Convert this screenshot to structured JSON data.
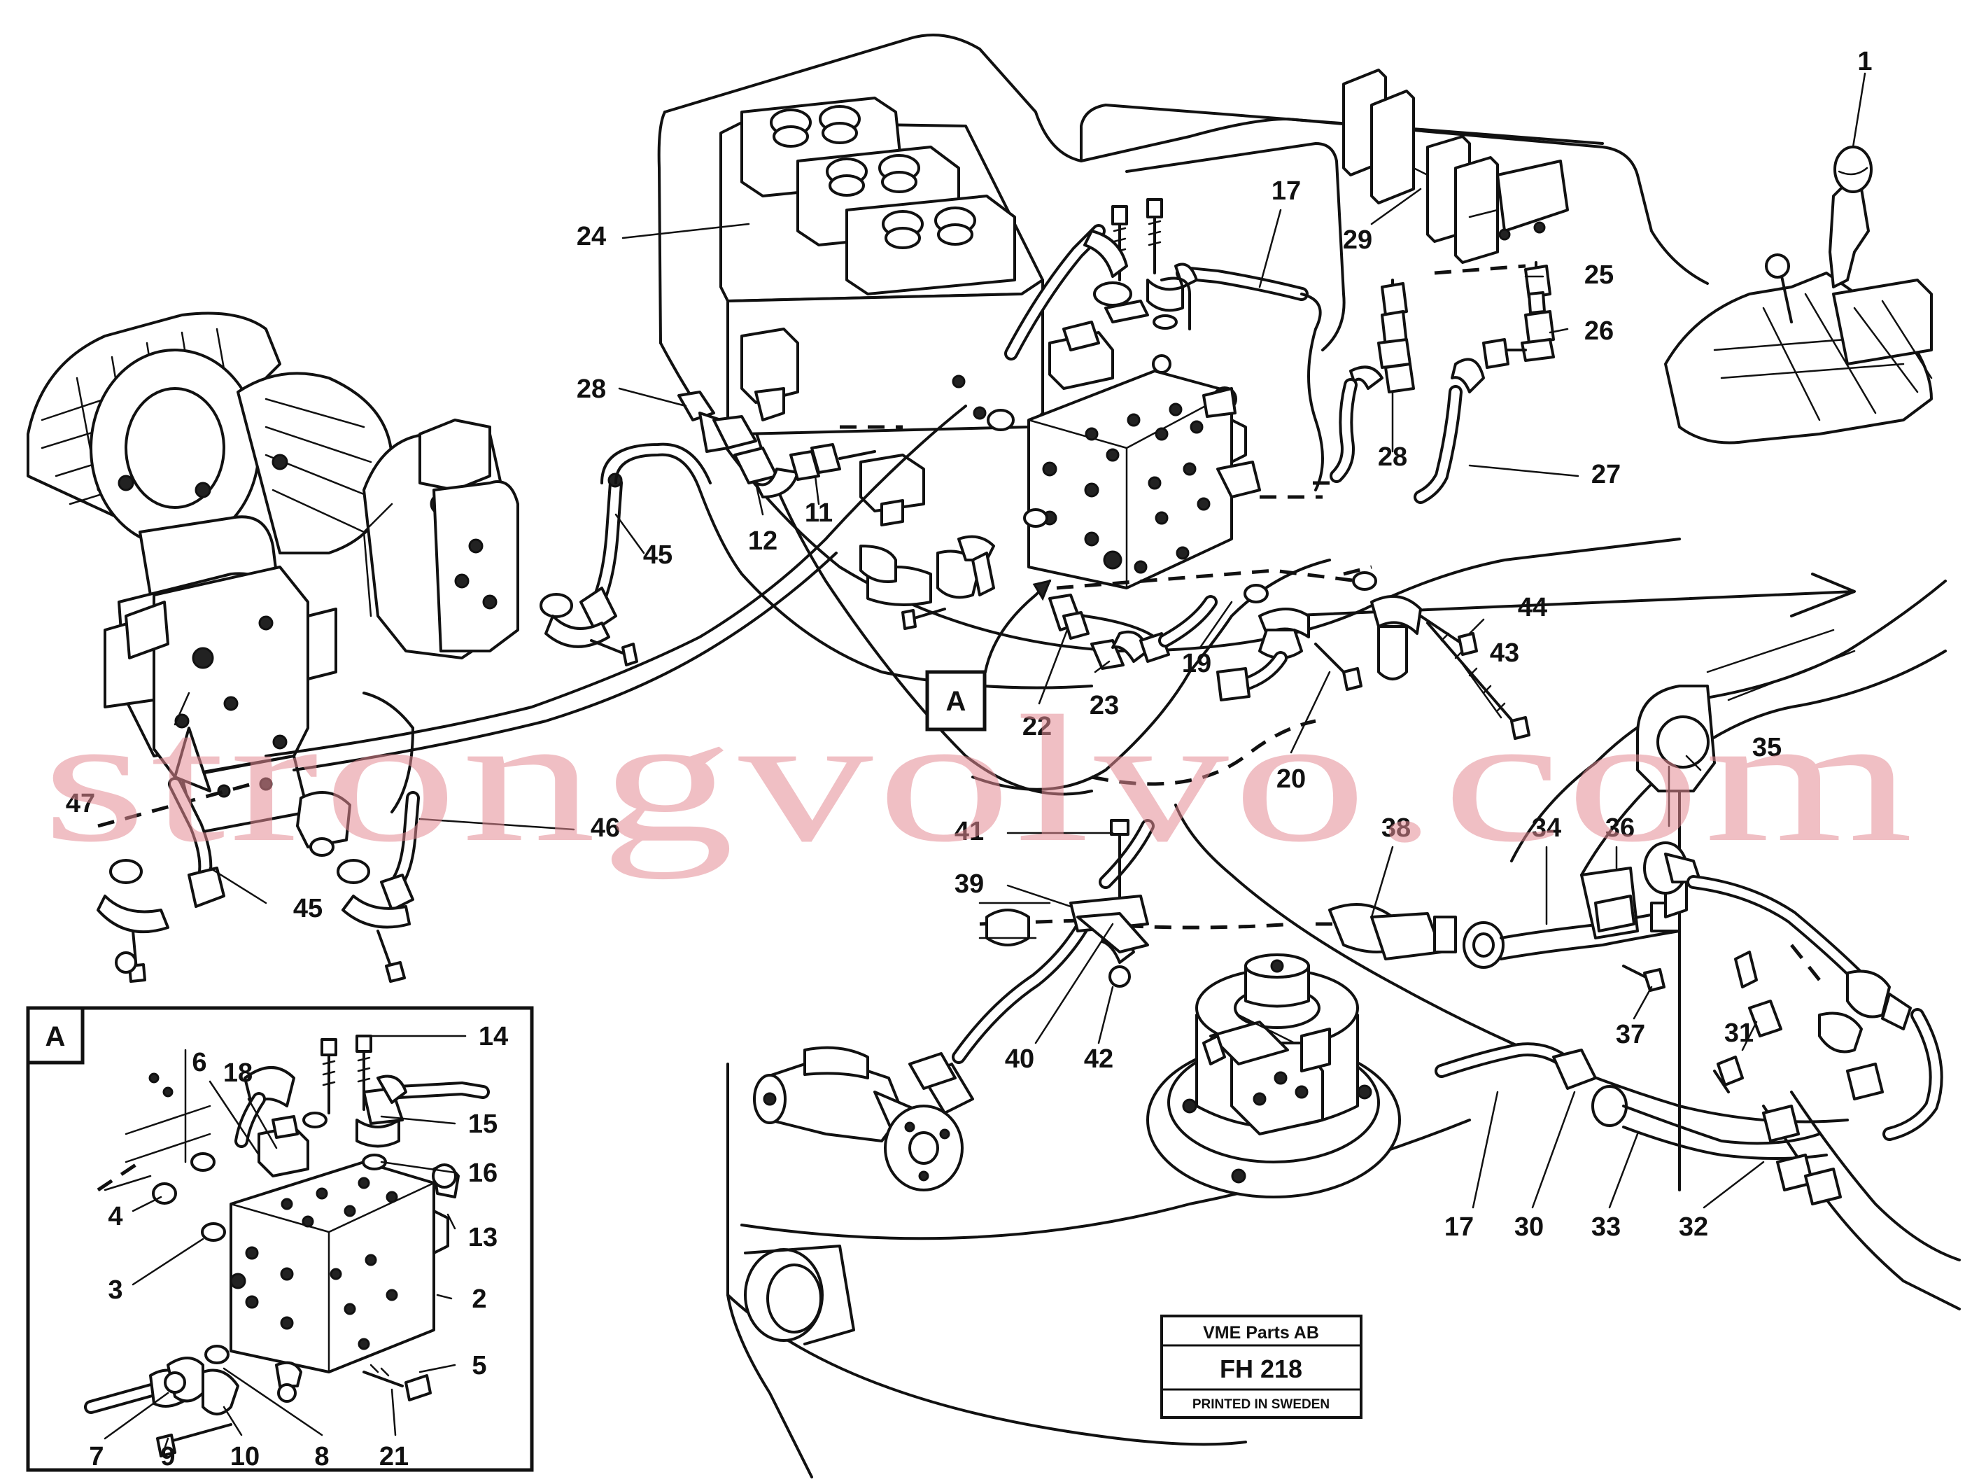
{
  "callouts": [
    "1",
    "24",
    "17",
    "29",
    "25",
    "26",
    "28",
    "27",
    "28",
    "12",
    "11",
    "45",
    "44",
    "43",
    "19",
    "22",
    "23",
    "20",
    "47",
    "46",
    "45",
    "41",
    "39",
    "38",
    "34",
    "36",
    "35",
    "40",
    "42",
    "37",
    "31",
    "17",
    "30",
    "33",
    "32",
    "18",
    "6",
    "14",
    "15",
    "16",
    "13",
    "4",
    "3",
    "2",
    "5",
    "7",
    "9",
    "10",
    "8",
    "21"
  ],
  "detail_marker": "A",
  "inset_marker": "A",
  "title_block": {
    "company": "VME Parts AB",
    "code": "FH 218",
    "printed": "PRINTED IN SWEDEN"
  },
  "watermark": "strongvolvo.com"
}
